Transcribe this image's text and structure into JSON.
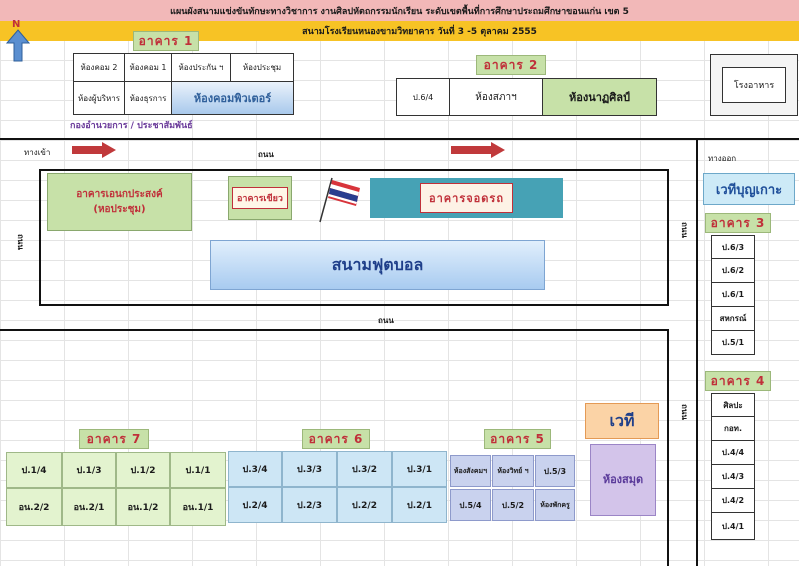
{
  "header": {
    "line1": "แผนผังสนามแข่งขันทักษะทางวิชาการ งานศิลปหัตถกรรมนักเรียน ระดับเขตพื้นที่การศึกษาประถมศึกษาขอนแก่น เขต 5",
    "line2": "สนามโรงเรียนหนองขามวิทยาคาร  วันที่ 3 -5  ตุลาคม  2555"
  },
  "compass": {
    "letter": "N"
  },
  "building1": {
    "tag": "อาคาร 1",
    "row1": [
      "ห้องคอม 2",
      "ห้องคอม 1",
      "ห้องประกัน ฯ",
      "ห้องประชุม"
    ],
    "row2": [
      "ห้องผู้บริหาร",
      "ห้องธุรการ"
    ],
    "computer_room": "ห้องคอมพิวเตอร์",
    "office": "กองอำนวยการ / ประชาสัมพันธ์"
  },
  "building2": {
    "tag": "อาคาร 2",
    "rooms": [
      "ป.6/4",
      "ห้องสภาฯ"
    ],
    "art_room": "ห้องนาฏศิลป์"
  },
  "canteen": "โรงอาหาร",
  "road": {
    "entrance": "ทางเข้า",
    "exit": "ทางออก",
    "road_top": "ถนน",
    "road_mid": "ถนน",
    "road_left": "ถนน",
    "road_right1": "ถนน",
    "road_right2": "ถนน"
  },
  "field": {
    "multipurpose": "อาคารเอนกประสงค์\n(หอประชุม)",
    "green_building": "อาคารเขียว",
    "parking": "อาคารจอดรถ",
    "football": "สนามฟุตบอล"
  },
  "stage_boonkoh": "เวทีบุญเกาะ",
  "building3": {
    "tag": "อาคาร 3",
    "rooms": [
      "ป.6/3",
      "ป.6/2",
      "ป.6/1",
      "สหกรณ์",
      "ป.5/1"
    ]
  },
  "building4": {
    "tag": "อาคาร 4",
    "rooms": [
      "ศิลปะ",
      "กอท.",
      "ป.4/4",
      "ป.4/3",
      "ป.4/2",
      "ป.4/1"
    ]
  },
  "stage": "เวที",
  "library": "ห้องสมุด",
  "building5": {
    "tag": "อาคาร 5",
    "row1": [
      "ห้องสังคมฯ",
      "ห้องวิทย์ ฯ",
      "ป.5/3"
    ],
    "row2": [
      "ป.5/4",
      "ป.5/2",
      "ห้องพักครู"
    ]
  },
  "building6": {
    "tag": "อาคาร 6",
    "row1": [
      "ป.3/4",
      "ป.3/3",
      "ป.3/2",
      "ป.3/1"
    ],
    "row2": [
      "ป.2/4",
      "ป.2/3",
      "ป.2/2",
      "ป.2/1"
    ]
  },
  "building7": {
    "tag": "อาคาร 7",
    "row1": [
      "ป.1/4",
      "ป.1/3",
      "ป.1/2",
      "ป.1/1"
    ],
    "row2": [
      "อน.2/2",
      "อน.2/1",
      "อน.1/2",
      "อน.1/1"
    ]
  },
  "colors": {
    "header_pink": "#f2b8b8",
    "header_yellow": "#f7c325",
    "tag_green": "#c7e1a8",
    "tag_text": "#c0303a",
    "football_blue": "#bcd7f5",
    "arrow_red": "#c0393b"
  }
}
